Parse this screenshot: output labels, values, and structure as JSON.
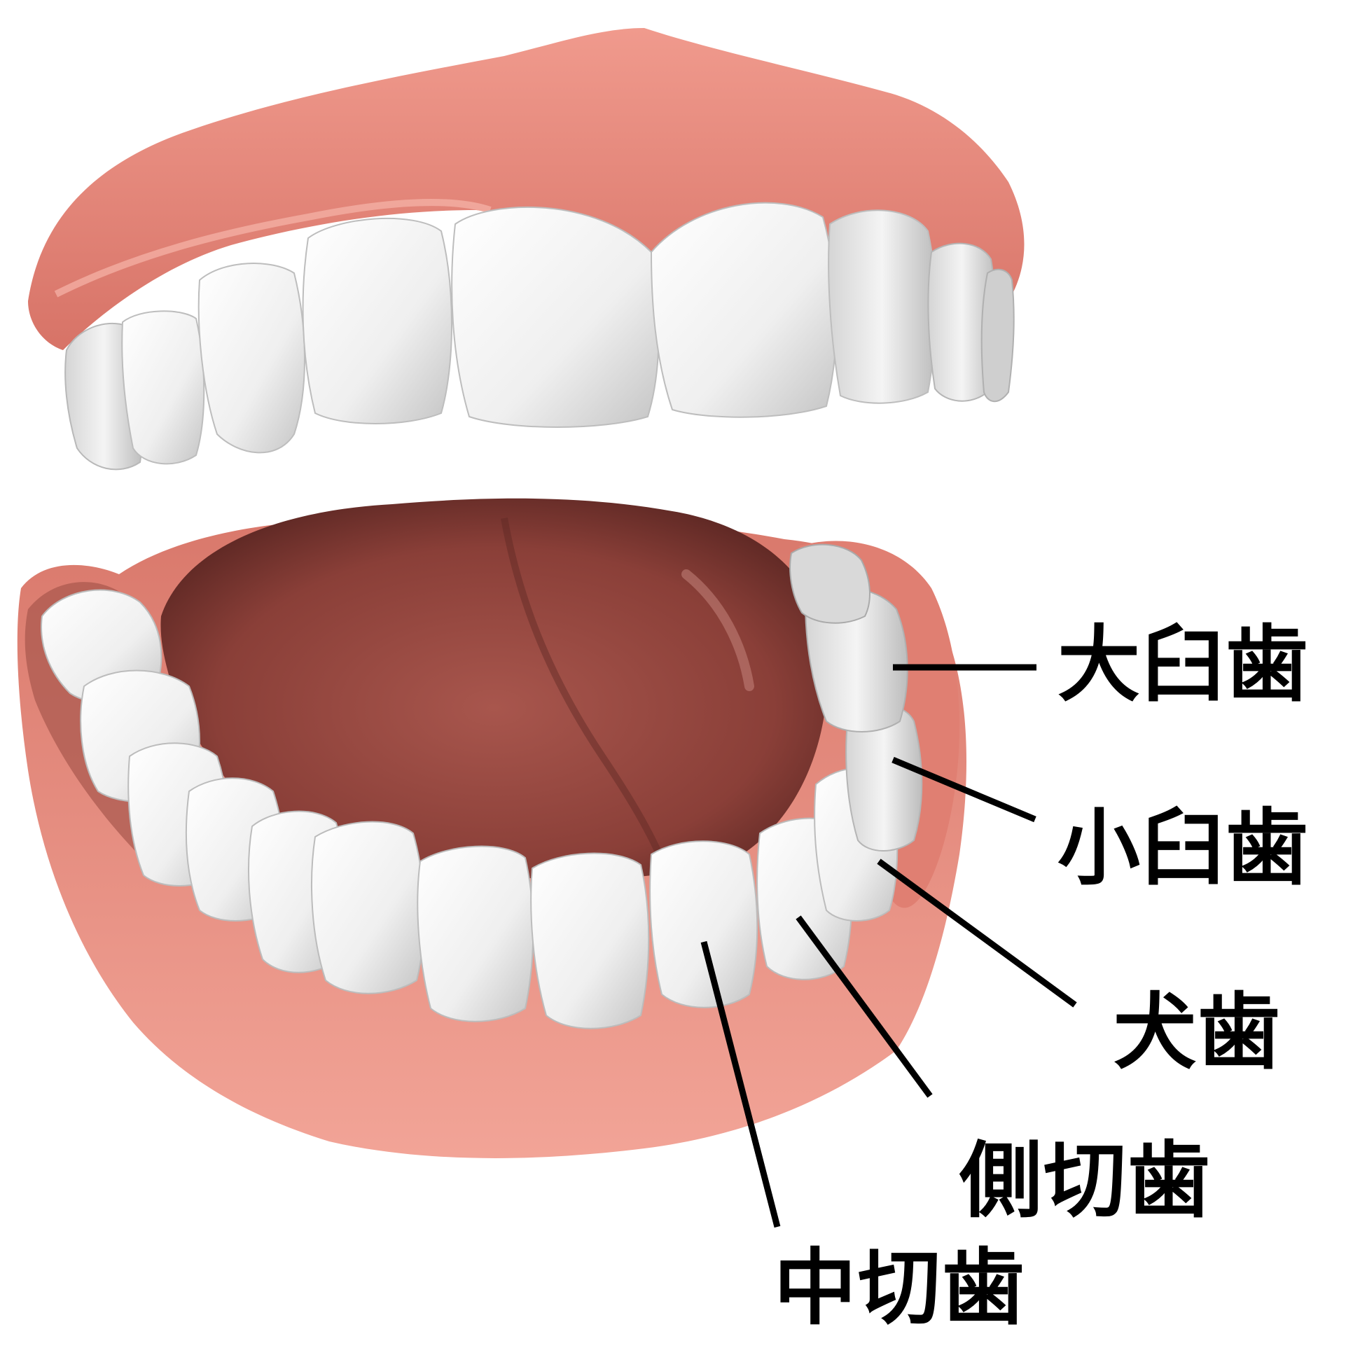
{
  "labels": {
    "molar": "大臼歯",
    "premolar": "小臼歯",
    "canine": "犬歯",
    "lateral_incisor": "側切歯",
    "central_incisor": "中切歯"
  },
  "colors": {
    "background": "#ffffff",
    "gum": "#e9897c",
    "gum_dark": "#c8685c",
    "tooth": "#f3f3f3",
    "tooth_shade": "#c9c9c9",
    "tongue": "#9a4a42",
    "tongue_dark": "#6e2e29",
    "leader_line": "#000000",
    "text": "#000000"
  }
}
